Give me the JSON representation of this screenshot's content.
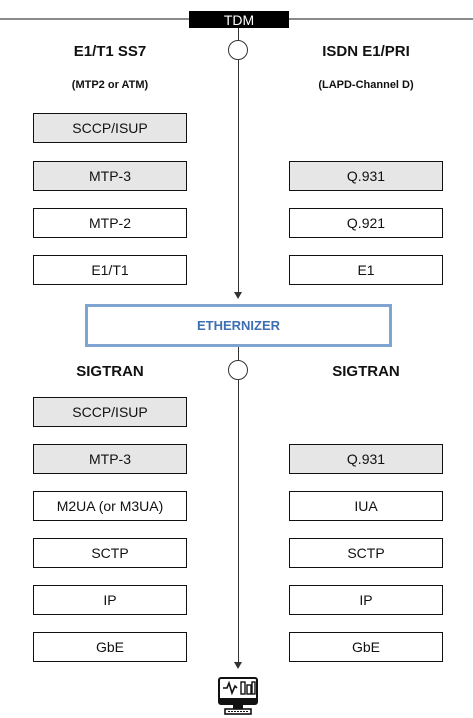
{
  "top_label": "TDM",
  "left_header": {
    "title": "E1/T1 SS7",
    "subtitle": "(MTP2 or ATM)"
  },
  "right_header": {
    "title": "ISDN E1/PRI",
    "subtitle": "(LAPD-Channel D)"
  },
  "tdm_left_stack": [
    "SCCP/ISUP",
    "MTP-3",
    "MTP-2",
    "E1/T1"
  ],
  "tdm_right_stack": [
    "Q.931",
    "Q.921",
    "E1"
  ],
  "center_box": "ETHERNIZER",
  "sigtran_left_title": "SIGTRAN",
  "sigtran_right_title": "SIGTRAN",
  "ip_left_stack": [
    "SCCP/ISUP",
    "MTP-3",
    "M2UA (or M3UA)",
    "SCTP",
    "IP",
    "GbE"
  ],
  "ip_right_stack": [
    "Q.931",
    "IUA",
    "SCTP",
    "IP",
    "GbE"
  ],
  "bottom_icon": "monitor-dashboard-icon",
  "colors": {
    "grey_box": "#e6e6e6",
    "ethernizer_border": "#7fa4d2",
    "ethernizer_text": "#3f6fb0"
  }
}
